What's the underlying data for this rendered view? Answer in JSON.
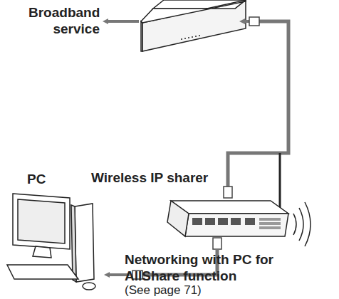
{
  "diagram": {
    "labels": [
      "Broadband service",
      "Wireless IP sharer",
      "PC",
      "Networking with PC for AllShare function",
      "(See page 71)"
    ]
  }
}
